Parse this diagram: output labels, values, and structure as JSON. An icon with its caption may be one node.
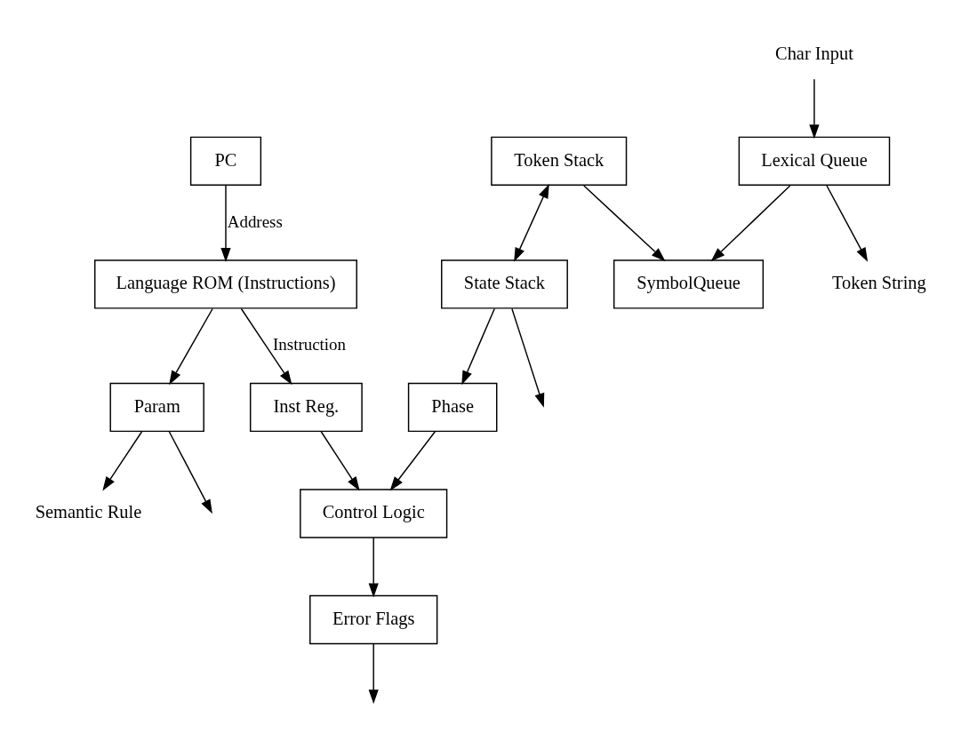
{
  "diagram": {
    "nodes": [
      {
        "text": [
          "Error Flags"
        ]
      },
      {
        "text": [
          "Lexical Queue"
        ]
      },
      {
        "text": [
          "Token Stack"
        ]
      },
      {
        "text": [
          "State Stack"
        ]
      },
      {
        "text": [
          "SymbolQueue"
        ]
      },
      {
        "text": [
          "Inst Reg."
        ]
      },
      {
        "text": [
          "Param"
        ]
      },
      {
        "text": [
          "PC"
        ]
      },
      {
        "text": [
          "Phase"
        ]
      },
      {
        "text": [
          "Control Logic"
        ]
      },
      {
        "text": [
          "Language ROM (Instructions)"
        ]
      },
      {
        "text": [
          "Char Input"
        ]
      },
      {
        "text": [
          "Token String"
        ]
      },
      {
        "text": [
          "Semantic Rule"
        ]
      }
    ],
    "edges": [
      {
        "from": 0,
        "to": null,
        "arrow": "to"
      },
      {
        "from": 11,
        "to": 1,
        "arrow": "to"
      },
      {
        "from": 1,
        "to": 12,
        "arrow": "to"
      },
      {
        "from": 2,
        "to": 3,
        "arrow": "both"
      },
      {
        "from": 3,
        "to": null,
        "arrow": "to"
      },
      {
        "from": 1,
        "to": 4,
        "arrow": "to"
      },
      {
        "from": 2,
        "to": 4,
        "arrow": "to"
      },
      {
        "from": 6,
        "to": 13,
        "arrow": "to"
      },
      {
        "from": 6,
        "to": null,
        "arrow": "to"
      },
      {
        "from": 3,
        "to": 8,
        "arrow": "to"
      },
      {
        "from": 9,
        "to": 0,
        "arrow": "to"
      },
      {
        "from": 5,
        "to": 9,
        "arrow": "to"
      },
      {
        "from": 8,
        "to": 9,
        "arrow": "to"
      },
      {
        "from": 10,
        "to": 5,
        "arrow": "to",
        "label": "Instruction"
      },
      {
        "from": 10,
        "to": 6,
        "arrow": "to"
      },
      {
        "from": 7,
        "to": 10,
        "arrow": "to",
        "label": "Address"
      }
    ]
  }
}
